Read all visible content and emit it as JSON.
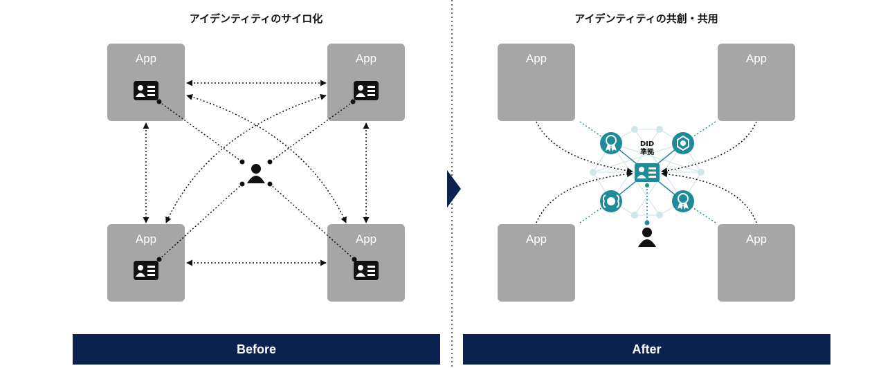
{
  "left": {
    "title": "アイデンティティのサイロ化",
    "apps": [
      "App",
      "App",
      "App",
      "App"
    ],
    "band": "Before"
  },
  "right": {
    "title": "アイデンティティの共創・共用",
    "apps": [
      "App",
      "App",
      "App",
      "App"
    ],
    "did_label_line1": "DID",
    "did_label_line2": "準拠",
    "band": "After"
  },
  "colors": {
    "app_box": "#a6a6a6",
    "band": "#0b2150",
    "teal": "#1f8a98",
    "teal_light": "#cfe7ea",
    "divider_arrow": "#0b2150"
  },
  "icons": [
    "id-card-icon",
    "user-icon",
    "badge-icon",
    "arrow-right-icon"
  ]
}
